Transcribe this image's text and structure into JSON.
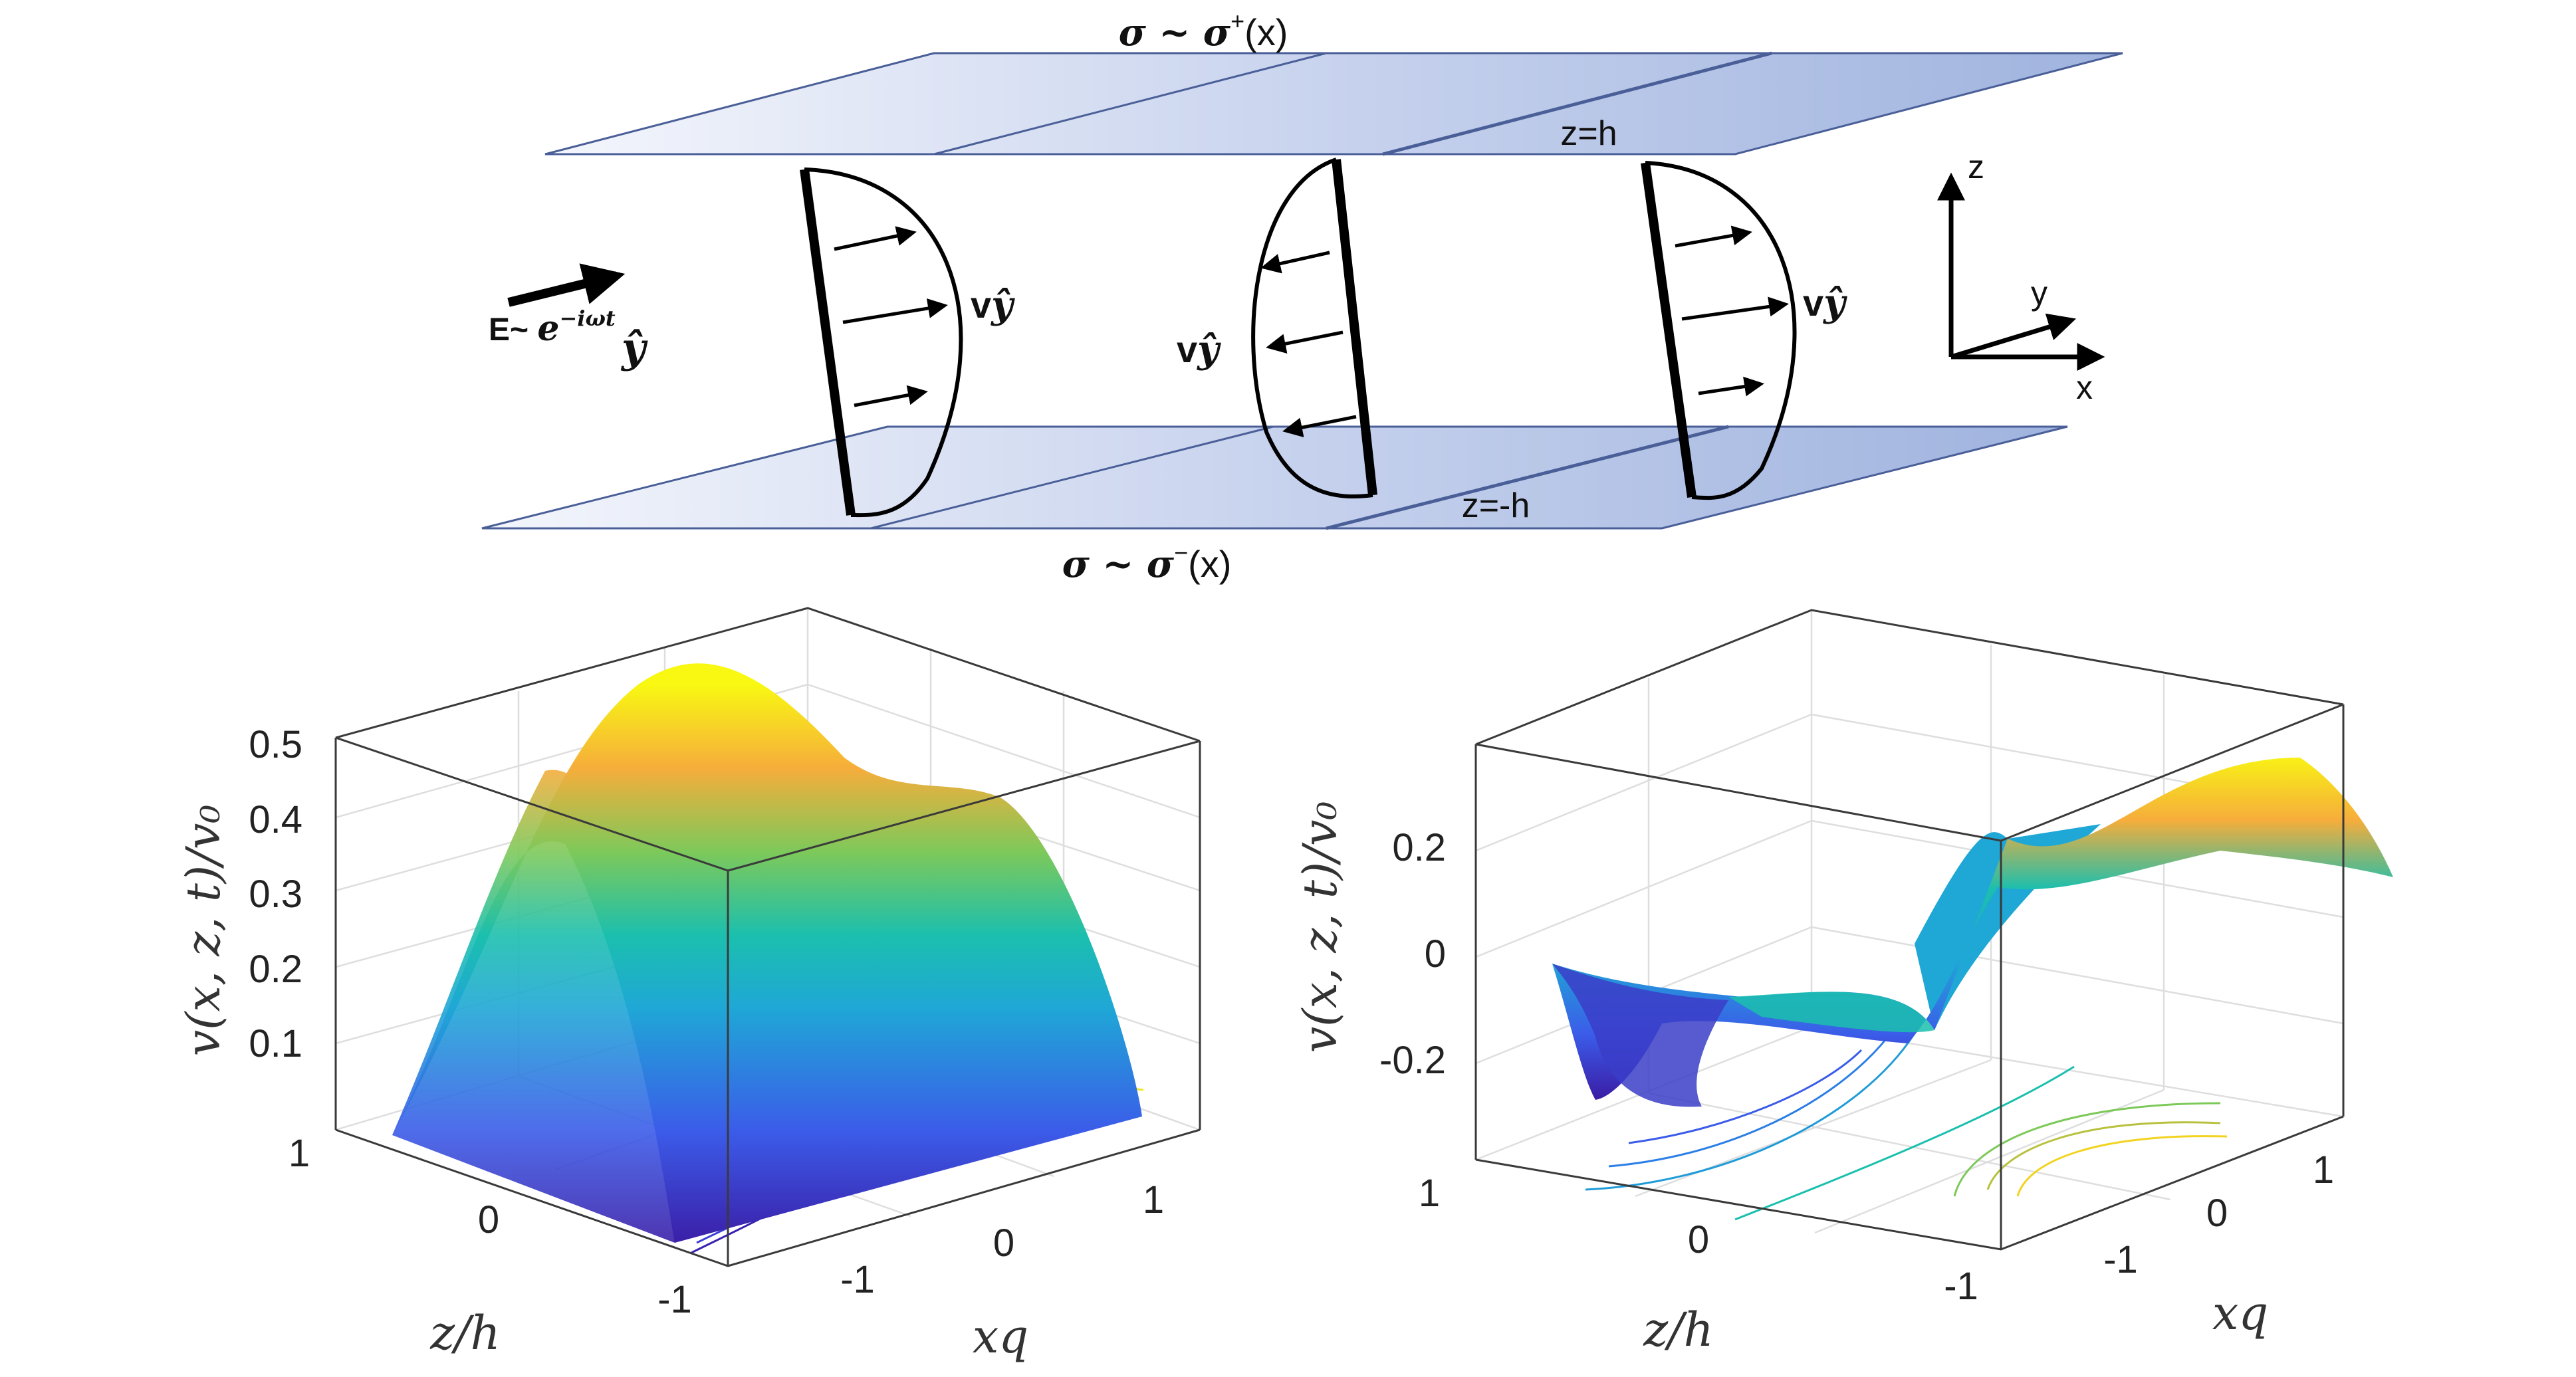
{
  "diagram": {
    "top_plate_label_main": "σ ~ σ",
    "top_plate_label_sup": "+",
    "top_plate_label_arg": "(x)",
    "bottom_plate_label_main": "σ ~ σ",
    "bottom_plate_label_sup": "−",
    "bottom_plate_label_arg": "(x)",
    "top_plate_z": "z=h",
    "bottom_plate_z": "z=-h",
    "field_label_prefix": "E~ ",
    "field_label_exp_base": "e",
    "field_label_exp_sup": "−iωt",
    "field_label_unit": "ŷ",
    "velocity_label_prefix": "v",
    "velocity_label_unit": "ŷ",
    "axis_z": "z",
    "axis_y": "y",
    "axis_x": "x",
    "colors": {
      "plate_dark": "#9fb3de",
      "plate_light": "#f4f6fc",
      "plate_edge": "#4a5f98"
    }
  },
  "plots": [
    {
      "zlabel": "v(x, z, t)/v₀",
      "xlabel": "z/h",
      "ylabel": "xq",
      "z_ticks": [
        "0.1",
        "0.2",
        "0.3",
        "0.4",
        "0.5"
      ],
      "zh_ticks": [
        "1",
        "0",
        "-1"
      ],
      "xq_ticks": [
        "-1",
        "0",
        "1"
      ]
    },
    {
      "zlabel": "v(x, z, t)/v₀",
      "xlabel": "z/h",
      "ylabel": "xq",
      "z_ticks": [
        "-0.2",
        "0",
        "0.2"
      ],
      "zh_ticks": [
        "1",
        "0",
        "-1"
      ],
      "xq_ticks": [
        "-1",
        "0",
        "1"
      ]
    }
  ]
}
